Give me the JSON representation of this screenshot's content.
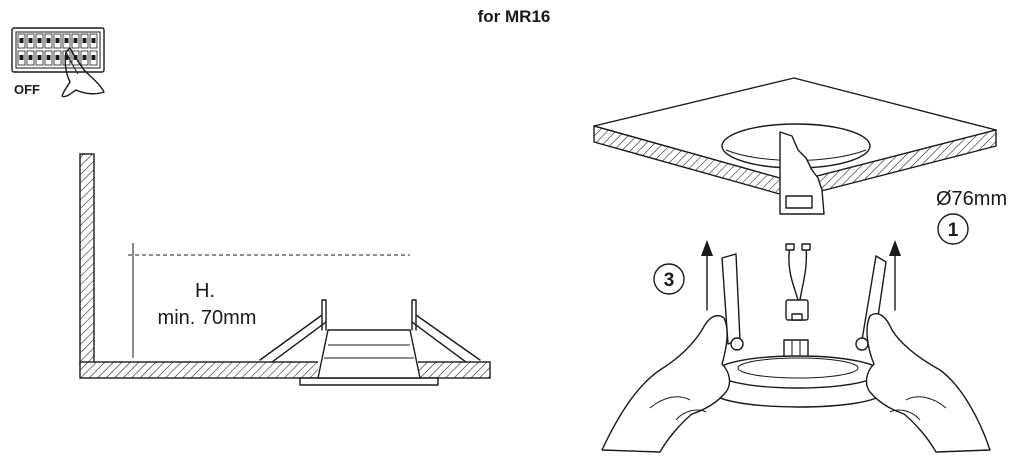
{
  "title": "for MR16",
  "breaker": {
    "label": "OFF",
    "icon": "circuit-breaker-off-icon"
  },
  "install_height": {
    "line1": "H.",
    "line2": "min. 70mm"
  },
  "cutout": {
    "diameter_label": "Ø76mm"
  },
  "steps": [
    {
      "number": "1"
    },
    {
      "number": "3"
    }
  ]
}
